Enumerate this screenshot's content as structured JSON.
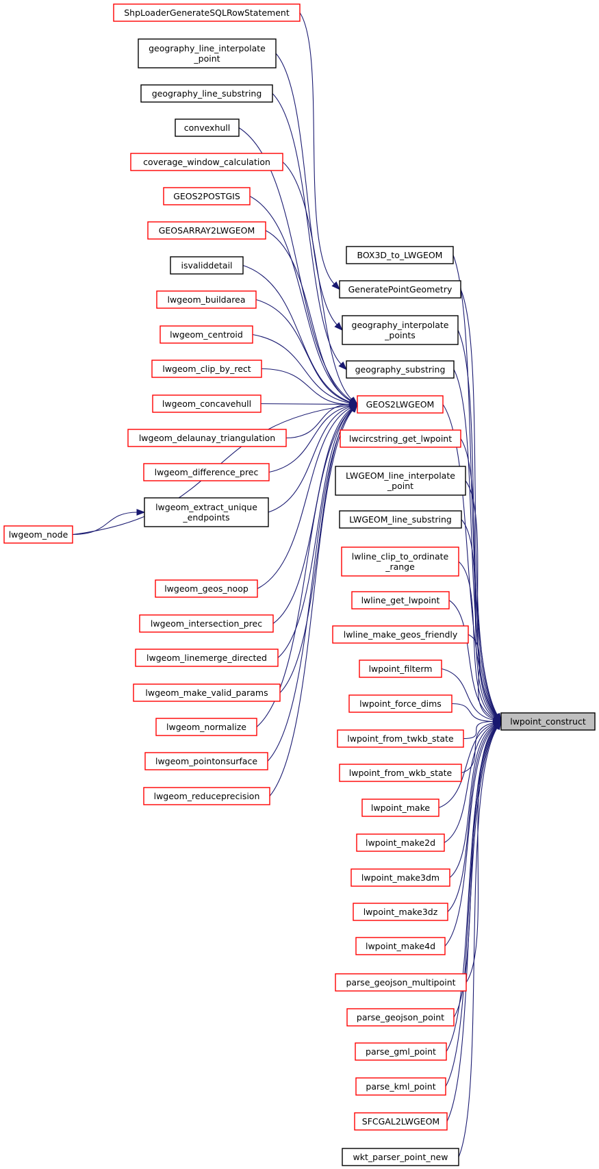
{
  "colors": {
    "edge": "#191970",
    "boundary": "#ff0000",
    "normal": "#000000",
    "target_fill": "#bfbfbf"
  },
  "target": "lwpoint_construct",
  "nodes": {
    "shploader": {
      "lines": [
        "ShpLoaderGenerateSQLRowStatement"
      ],
      "style": "red"
    },
    "geog_line_interp": {
      "lines": [
        "geography_line_interpolate",
        "_point"
      ],
      "style": "black"
    },
    "geog_line_substr": {
      "lines": [
        "geography_line_substring"
      ],
      "style": "black"
    },
    "convexhull": {
      "lines": [
        "convexhull"
      ],
      "style": "black"
    },
    "coverage_window": {
      "lines": [
        "coverage_window_calculation"
      ],
      "style": "red"
    },
    "geos2postgis": {
      "lines": [
        "GEOS2POSTGIS"
      ],
      "style": "red"
    },
    "geosarray2lwgeom": {
      "lines": [
        "GEOSARRAY2LWGEOM"
      ],
      "style": "red"
    },
    "isvaliddetail": {
      "lines": [
        "isvaliddetail"
      ],
      "style": "black"
    },
    "lwgeom_buildarea": {
      "lines": [
        "lwgeom_buildarea"
      ],
      "style": "red"
    },
    "lwgeom_centroid": {
      "lines": [
        "lwgeom_centroid"
      ],
      "style": "red"
    },
    "lwgeom_clip_by_rect": {
      "lines": [
        "lwgeom_clip_by_rect"
      ],
      "style": "red"
    },
    "lwgeom_concavehull": {
      "lines": [
        "lwgeom_concavehull"
      ],
      "style": "red"
    },
    "lwgeom_delaunay": {
      "lines": [
        "lwgeom_delaunay_triangulation"
      ],
      "style": "red"
    },
    "lwgeom_difference_prec": {
      "lines": [
        "lwgeom_difference_prec"
      ],
      "style": "red"
    },
    "lwgeom_extract_unique": {
      "lines": [
        "lwgeom_extract_unique",
        "_endpoints"
      ],
      "style": "black"
    },
    "lwgeom_node": {
      "lines": [
        "lwgeom_node"
      ],
      "style": "red"
    },
    "lwgeom_geos_noop": {
      "lines": [
        "lwgeom_geos_noop"
      ],
      "style": "red"
    },
    "lwgeom_intersection_prec": {
      "lines": [
        "lwgeom_intersection_prec"
      ],
      "style": "red"
    },
    "lwgeom_linemerge_directed": {
      "lines": [
        "lwgeom_linemerge_directed"
      ],
      "style": "red"
    },
    "lwgeom_make_valid_params": {
      "lines": [
        "lwgeom_make_valid_params"
      ],
      "style": "red"
    },
    "lwgeom_normalize": {
      "lines": [
        "lwgeom_normalize"
      ],
      "style": "red"
    },
    "lwgeom_pointonsurface": {
      "lines": [
        "lwgeom_pointonsurface"
      ],
      "style": "red"
    },
    "lwgeom_reduceprecision": {
      "lines": [
        "lwgeom_reduceprecision"
      ],
      "style": "red"
    },
    "box3d_to_lwgeom": {
      "lines": [
        "BOX3D_to_LWGEOM"
      ],
      "style": "black"
    },
    "generate_point_geometry": {
      "lines": [
        "GeneratePointGeometry"
      ],
      "style": "black"
    },
    "geog_interp_points": {
      "lines": [
        "geography_interpolate",
        "_points"
      ],
      "style": "black"
    },
    "geog_substring": {
      "lines": [
        "geography_substring"
      ],
      "style": "black"
    },
    "geos2lwgeom": {
      "lines": [
        "GEOS2LWGEOM"
      ],
      "style": "red"
    },
    "lwcircstring_get_lwpoint": {
      "lines": [
        "lwcircstring_get_lwpoint"
      ],
      "style": "red"
    },
    "lwgeom_line_interp_point": {
      "lines": [
        "LWGEOM_line_interpolate",
        "_point"
      ],
      "style": "black"
    },
    "lwgeom_line_substring": {
      "lines": [
        "LWGEOM_line_substring"
      ],
      "style": "black"
    },
    "lwline_clip_ordinate": {
      "lines": [
        "lwline_clip_to_ordinate",
        "_range"
      ],
      "style": "red"
    },
    "lwline_get_lwpoint": {
      "lines": [
        "lwline_get_lwpoint"
      ],
      "style": "red"
    },
    "lwline_make_geos_friendly": {
      "lines": [
        "lwline_make_geos_friendly"
      ],
      "style": "red"
    },
    "lwpoint_filterm": {
      "lines": [
        "lwpoint_filterm"
      ],
      "style": "red"
    },
    "lwpoint_force_dims": {
      "lines": [
        "lwpoint_force_dims"
      ],
      "style": "red"
    },
    "lwpoint_from_twkb_state": {
      "lines": [
        "lwpoint_from_twkb_state"
      ],
      "style": "red"
    },
    "lwpoint_from_wkb_state": {
      "lines": [
        "lwpoint_from_wkb_state"
      ],
      "style": "red"
    },
    "lwpoint_make": {
      "lines": [
        "lwpoint_make"
      ],
      "style": "red"
    },
    "lwpoint_make2d": {
      "lines": [
        "lwpoint_make2d"
      ],
      "style": "red"
    },
    "lwpoint_make3dm": {
      "lines": [
        "lwpoint_make3dm"
      ],
      "style": "red"
    },
    "lwpoint_make3dz": {
      "lines": [
        "lwpoint_make3dz"
      ],
      "style": "red"
    },
    "lwpoint_make4d": {
      "lines": [
        "lwpoint_make4d"
      ],
      "style": "red"
    },
    "parse_geojson_multipoint": {
      "lines": [
        "parse_geojson_multipoint"
      ],
      "style": "red"
    },
    "parse_geojson_point": {
      "lines": [
        "parse_geojson_point"
      ],
      "style": "red"
    },
    "parse_gml_point": {
      "lines": [
        "parse_gml_point"
      ],
      "style": "red"
    },
    "parse_kml_point": {
      "lines": [
        "parse_kml_point"
      ],
      "style": "red"
    },
    "sfcgal2lwgeom": {
      "lines": [
        "SFCGAL2LWGEOM"
      ],
      "style": "red"
    },
    "wkt_parser_point_new": {
      "lines": [
        "wkt_parser_point_new"
      ],
      "style": "black"
    },
    "lwpoint_construct": {
      "lines": [
        "lwpoint_construct"
      ],
      "style": "gray"
    }
  },
  "edges": [
    [
      "shploader",
      "generate_point_geometry"
    ],
    [
      "geog_line_interp",
      "geog_interp_points"
    ],
    [
      "geog_line_substr",
      "geog_substring"
    ],
    [
      "convexhull",
      "geos2lwgeom"
    ],
    [
      "coverage_window",
      "geos2lwgeom"
    ],
    [
      "geos2postgis",
      "geos2lwgeom"
    ],
    [
      "geosarray2lwgeom",
      "geos2lwgeom"
    ],
    [
      "isvaliddetail",
      "geos2lwgeom"
    ],
    [
      "lwgeom_buildarea",
      "geos2lwgeom"
    ],
    [
      "lwgeom_centroid",
      "geos2lwgeom"
    ],
    [
      "lwgeom_clip_by_rect",
      "geos2lwgeom"
    ],
    [
      "lwgeom_concavehull",
      "geos2lwgeom"
    ],
    [
      "lwgeom_delaunay",
      "geos2lwgeom"
    ],
    [
      "lwgeom_difference_prec",
      "geos2lwgeom"
    ],
    [
      "lwgeom_extract_unique",
      "geos2lwgeom"
    ],
    [
      "lwgeom_node",
      "lwgeom_extract_unique"
    ],
    [
      "lwgeom_node",
      "geos2lwgeom"
    ],
    [
      "lwgeom_geos_noop",
      "geos2lwgeom"
    ],
    [
      "lwgeom_intersection_prec",
      "geos2lwgeom"
    ],
    [
      "lwgeom_linemerge_directed",
      "geos2lwgeom"
    ],
    [
      "lwgeom_make_valid_params",
      "geos2lwgeom"
    ],
    [
      "lwgeom_normalize",
      "geos2lwgeom"
    ],
    [
      "lwgeom_pointonsurface",
      "geos2lwgeom"
    ],
    [
      "lwgeom_reduceprecision",
      "geos2lwgeom"
    ],
    [
      "box3d_to_lwgeom",
      "lwpoint_construct"
    ],
    [
      "generate_point_geometry",
      "lwpoint_construct"
    ],
    [
      "geog_interp_points",
      "lwpoint_construct"
    ],
    [
      "geog_substring",
      "lwpoint_construct"
    ],
    [
      "geos2lwgeom",
      "lwpoint_construct"
    ],
    [
      "lwcircstring_get_lwpoint",
      "lwpoint_construct"
    ],
    [
      "lwgeom_line_interp_point",
      "lwpoint_construct"
    ],
    [
      "lwgeom_line_substring",
      "lwpoint_construct"
    ],
    [
      "lwline_clip_ordinate",
      "lwpoint_construct"
    ],
    [
      "lwline_get_lwpoint",
      "lwpoint_construct"
    ],
    [
      "lwline_make_geos_friendly",
      "lwpoint_construct"
    ],
    [
      "lwpoint_filterm",
      "lwpoint_construct"
    ],
    [
      "lwpoint_force_dims",
      "lwpoint_construct"
    ],
    [
      "lwpoint_from_twkb_state",
      "lwpoint_construct"
    ],
    [
      "lwpoint_from_wkb_state",
      "lwpoint_construct"
    ],
    [
      "lwpoint_make",
      "lwpoint_construct"
    ],
    [
      "lwpoint_make2d",
      "lwpoint_construct"
    ],
    [
      "lwpoint_make3dm",
      "lwpoint_construct"
    ],
    [
      "lwpoint_make3dz",
      "lwpoint_construct"
    ],
    [
      "lwpoint_make4d",
      "lwpoint_construct"
    ],
    [
      "parse_geojson_multipoint",
      "lwpoint_construct"
    ],
    [
      "parse_geojson_point",
      "lwpoint_construct"
    ],
    [
      "parse_gml_point",
      "lwpoint_construct"
    ],
    [
      "parse_kml_point",
      "lwpoint_construct"
    ],
    [
      "sfcgal2lwgeom",
      "lwpoint_construct"
    ],
    [
      "wkt_parser_point_new",
      "lwpoint_construct"
    ]
  ]
}
